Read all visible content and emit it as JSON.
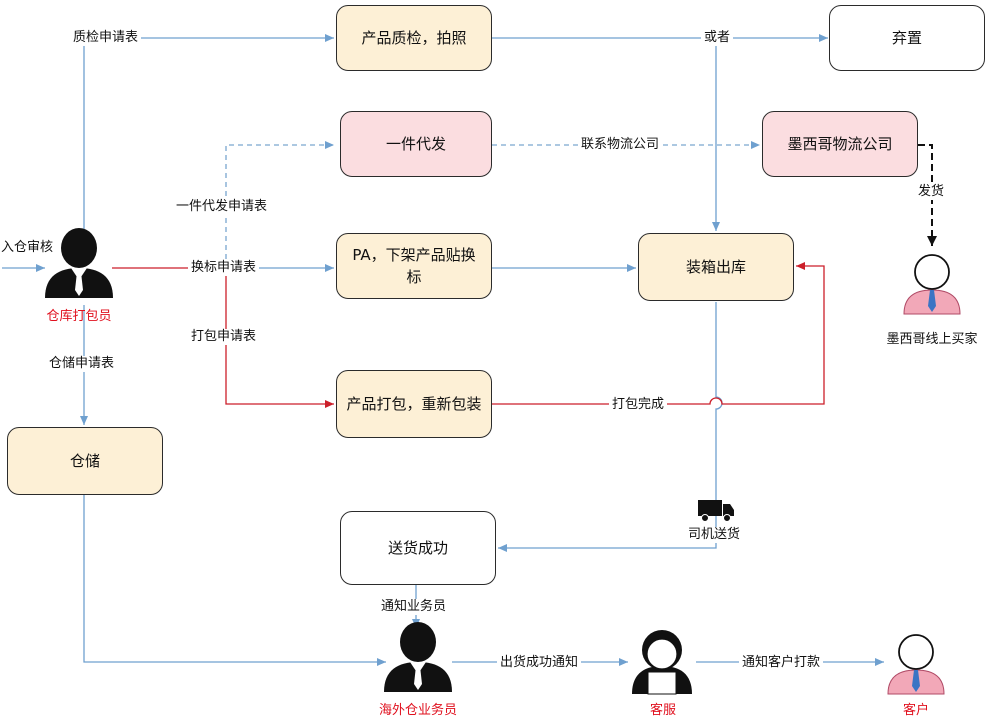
{
  "nodes": {
    "qc_photo": "产品质检，拍照",
    "discard": "弃置",
    "dropship": "一件代发",
    "mexico_logistics": "墨西哥物流公司",
    "relabel": "PA，下架产品贴换标",
    "pack_out": "装箱出库",
    "repack": "产品打包，重新包装",
    "storage": "仓储",
    "delivered": "送货成功"
  },
  "labels": {
    "qc_request": "质检申请表",
    "or": "或者",
    "dropship_request": "一件代发申请表",
    "contact_logistics": "联系物流公司",
    "ship": "发货",
    "inbound_review": "入仓审核",
    "relabel_request": "换标申请表",
    "pack_request": "打包申请表",
    "storage_request": "仓储申请表",
    "pack_done": "打包完成",
    "driver_delivery": "司机送货",
    "notify_salesperson": "通知业务员",
    "ship_success_notice": "出货成功通知",
    "notify_customer_pay": "通知客户打款"
  },
  "roles": {
    "warehouse_packer": "仓库打包员",
    "overseas_salesperson": "海外仓业务员",
    "customer_service": "客服",
    "customer": "客户",
    "mexico_buyer": "墨西哥线上买家"
  },
  "colors": {
    "process_fill": "#fdf0d6",
    "pink_fill": "#fbdde0",
    "flow_blue": "#6fa0cf",
    "flow_red": "#cc1f2a",
    "role_red": "#e0101e"
  },
  "icons": {
    "warehouse_packer": "businessman-icon",
    "overseas_salesperson": "businessman-icon",
    "customer_service": "service-agent-icon",
    "customer": "person-icon",
    "mexico_buyer": "person-icon",
    "driver_delivery": "truck-icon"
  }
}
